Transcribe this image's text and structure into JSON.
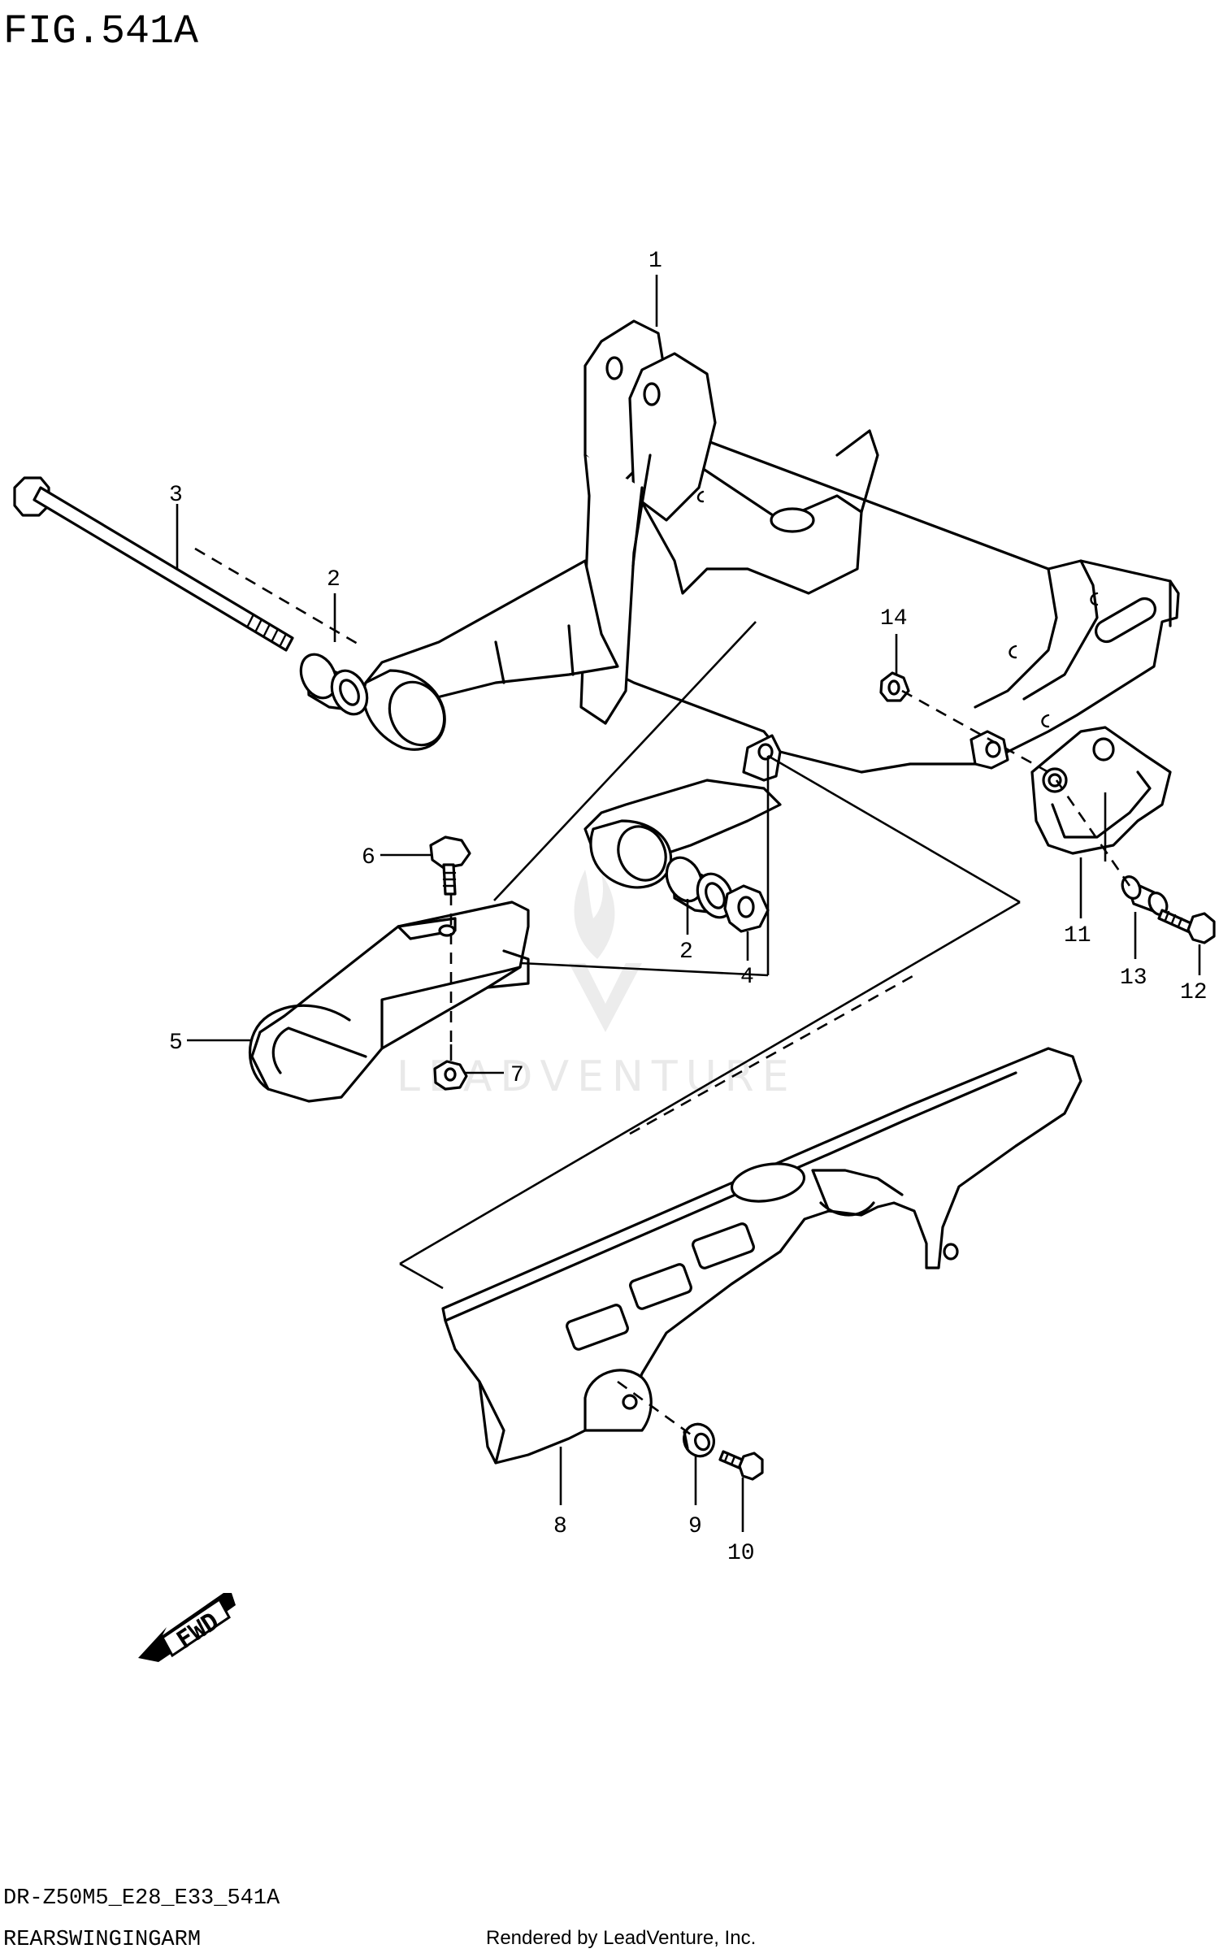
{
  "figure": {
    "title": "FIG.541A",
    "model_code": "DR-Z50M5_E28_E33_541A",
    "section_name": "REARSWINGINGARM",
    "render_credit": "Rendered by LeadVenture, Inc.",
    "watermark": "LEADVENTURE",
    "direction_badge": "FWD"
  },
  "callouts": [
    {
      "id": "1",
      "label": "1"
    },
    {
      "id": "2a",
      "label": "2"
    },
    {
      "id": "2b",
      "label": "2"
    },
    {
      "id": "3",
      "label": "3"
    },
    {
      "id": "4",
      "label": "4"
    },
    {
      "id": "5",
      "label": "5"
    },
    {
      "id": "6",
      "label": "6"
    },
    {
      "id": "7",
      "label": "7"
    },
    {
      "id": "8",
      "label": "8"
    },
    {
      "id": "9",
      "label": "9"
    },
    {
      "id": "10",
      "label": "10"
    },
    {
      "id": "11",
      "label": "11"
    },
    {
      "id": "12",
      "label": "12"
    },
    {
      "id": "13",
      "label": "13"
    },
    {
      "id": "14",
      "label": "14"
    }
  ],
  "parts_drawn": [
    {
      "callout": "1",
      "icon": "swingarm-icon"
    },
    {
      "callout": "2",
      "icon": "bushing-icon"
    },
    {
      "callout": "3",
      "icon": "pivot-bolt-icon"
    },
    {
      "callout": "4",
      "icon": "nut-icon"
    },
    {
      "callout": "5",
      "icon": "chain-guard-block-icon"
    },
    {
      "callout": "6",
      "icon": "bolt-icon"
    },
    {
      "callout": "7",
      "icon": "nut-icon"
    },
    {
      "callout": "8",
      "icon": "chain-cover-icon"
    },
    {
      "callout": "9",
      "icon": "washer-icon"
    },
    {
      "callout": "10",
      "icon": "screw-icon"
    },
    {
      "callout": "11",
      "icon": "chain-guide-icon"
    },
    {
      "callout": "12",
      "icon": "bolt-icon"
    },
    {
      "callout": "13",
      "icon": "spacer-icon"
    },
    {
      "callout": "14",
      "icon": "nut-icon"
    }
  ],
  "colors": {
    "ink": "#000000",
    "paper": "#ffffff",
    "watermark": "#e9e9e9"
  }
}
